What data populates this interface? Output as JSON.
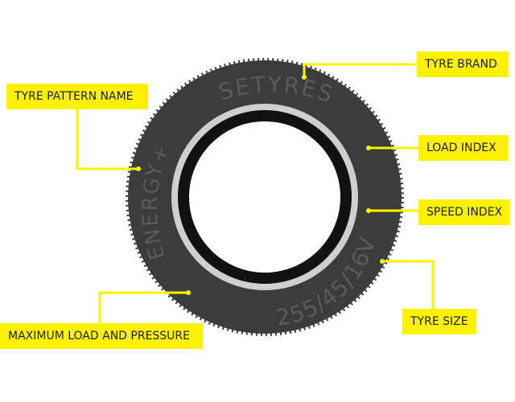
{
  "colors": {
    "accent": "#fff200",
    "tire": "#3c3c3c",
    "tire_text": "#5a5a5a",
    "rim_band": "#cfcfcf",
    "inner_ring": "#111111",
    "center": "#ffffff"
  },
  "tire": {
    "brand": "SETYRES",
    "pattern": "ENERGY+",
    "size": "255/45/16V"
  },
  "labels": {
    "tyre_brand": "TYRE BRAND",
    "tyre_pattern_name": "TYRE PATTERN NAME",
    "load_index": "LOAD INDEX",
    "speed_index": "SPEED INDEX",
    "tyre_size": "TYRE SIZE",
    "maximum_load_and_pressure": "MAXIMUM LOAD AND PRESSURE"
  }
}
